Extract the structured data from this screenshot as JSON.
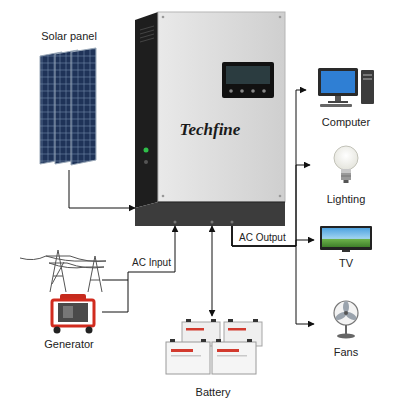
{
  "diagram": {
    "nodes": [
      {
        "text": [
          "Solar panel"
        ]
      },
      {
        "text": [
          "Techfine"
        ]
      },
      {
        "text": [
          "Computer"
        ]
      },
      {
        "text": [
          "Lighting"
        ]
      },
      {
        "text": [
          "TV"
        ]
      },
      {
        "text": [
          "Generator"
        ]
      },
      {
        "text": [
          "Battery"
        ]
      },
      {
        "text": [
          "Fans"
        ]
      }
    ],
    "edges": [
      {
        "from": 0,
        "to": 1,
        "arrow": "to"
      },
      {
        "from": 5,
        "to": 1,
        "label": "AC Input",
        "arrow": "to"
      },
      {
        "from": 1,
        "to": 6,
        "arrow": "both"
      },
      {
        "from": 1,
        "to": 2,
        "arrow": "to"
      },
      {
        "from": 1,
        "to": 3,
        "arrow": "to"
      },
      {
        "from": 1,
        "to": 4,
        "label": "AC Output",
        "arrow": "to"
      },
      {
        "from": 1,
        "to": 7,
        "arrow": "to"
      }
    ]
  }
}
